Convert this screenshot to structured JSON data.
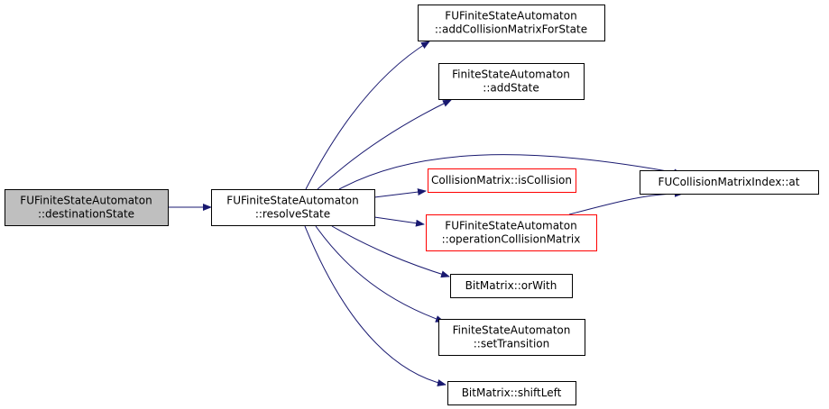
{
  "colors": {
    "edge": "#191970",
    "normal_border": "#000000",
    "highlight_border": "#ff0000",
    "current_fill": "#bfbfbf",
    "node_fill": "#ffffff"
  },
  "nodes": [
    {
      "id": "destination",
      "lines": [
        "FUFiniteStateAutomaton",
        "::destinationState"
      ],
      "style": "current"
    },
    {
      "id": "resolve",
      "lines": [
        "FUFiniteStateAutomaton",
        "::resolveState"
      ],
      "style": "normal"
    },
    {
      "id": "addCollision",
      "lines": [
        "FUFiniteStateAutomaton",
        "::addCollisionMatrixForState"
      ],
      "style": "normal"
    },
    {
      "id": "addState",
      "lines": [
        "FiniteStateAutomaton",
        "::addState"
      ],
      "style": "normal"
    },
    {
      "id": "isCollision",
      "lines": [
        "CollisionMatrix::isCollision"
      ],
      "style": "highlight"
    },
    {
      "id": "opCollision",
      "lines": [
        "FUFiniteStateAutomaton",
        "::operationCollisionMatrix"
      ],
      "style": "highlight"
    },
    {
      "id": "at",
      "lines": [
        "FUCollisionMatrixIndex::at"
      ],
      "style": "normal"
    },
    {
      "id": "orWith",
      "lines": [
        "BitMatrix::orWith"
      ],
      "style": "normal"
    },
    {
      "id": "setTransition",
      "lines": [
        "FiniteStateAutomaton",
        "::setTransition"
      ],
      "style": "normal"
    },
    {
      "id": "shiftLeft",
      "lines": [
        "BitMatrix::shiftLeft"
      ],
      "style": "normal"
    }
  ],
  "edges": [
    {
      "from": "destination",
      "to": "resolve"
    },
    {
      "from": "resolve",
      "to": "addCollision"
    },
    {
      "from": "resolve",
      "to": "addState"
    },
    {
      "from": "resolve",
      "to": "at"
    },
    {
      "from": "resolve",
      "to": "isCollision"
    },
    {
      "from": "resolve",
      "to": "opCollision"
    },
    {
      "from": "resolve",
      "to": "orWith"
    },
    {
      "from": "resolve",
      "to": "setTransition"
    },
    {
      "from": "resolve",
      "to": "shiftLeft"
    },
    {
      "from": "opCollision",
      "to": "at"
    }
  ]
}
